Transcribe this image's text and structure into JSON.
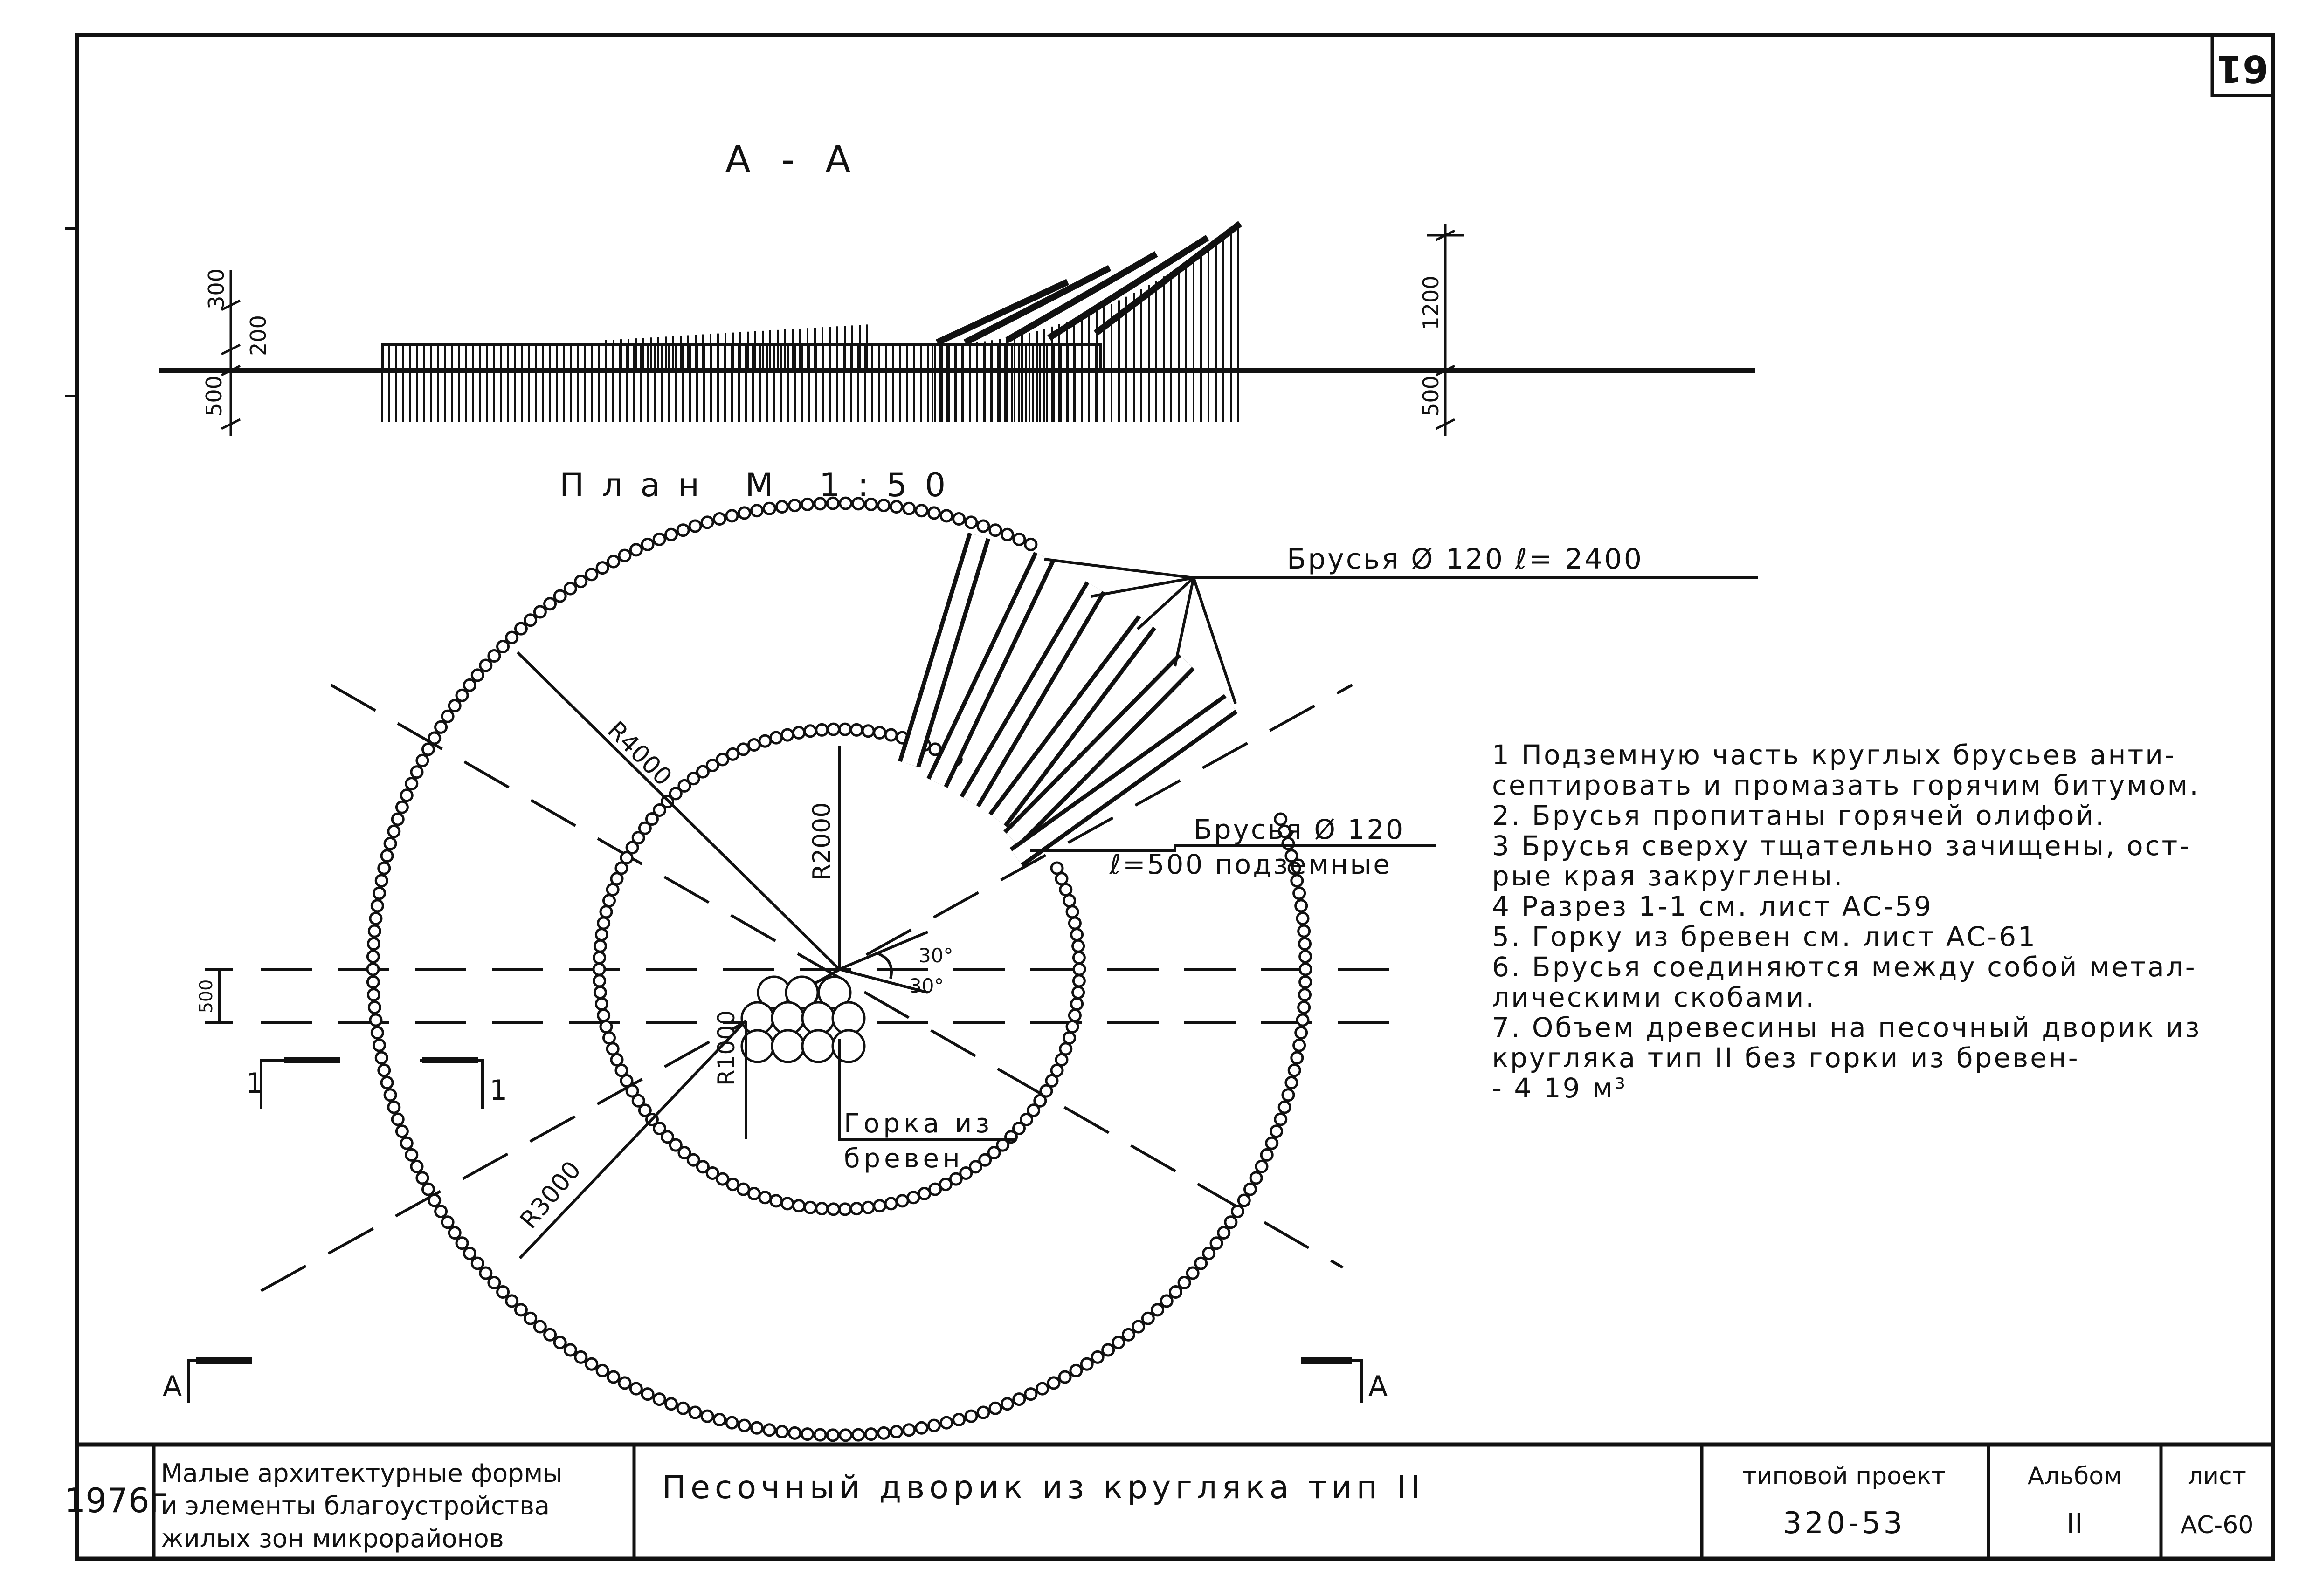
{
  "sheet_number": "61",
  "section": {
    "title": "А - А",
    "dims": {
      "d300": "300",
      "d200": "200",
      "d500_left": "500",
      "d1200": "1200",
      "d500_right": "500"
    }
  },
  "plan": {
    "title": "План М 1:50",
    "beams_label": "Брусья Ø 120 ℓ= 2400",
    "underground_label_1": "Брусья Ø 120",
    "underground_label_2": "ℓ=500 подземные",
    "r4000": "R4000",
    "r2000": "R2000",
    "r1000": "R1000",
    "r3000": "R3000",
    "angle_top": "30°",
    "angle_bottom": "30°",
    "dim500": "500",
    "hill_label_1": "Горка из",
    "hill_label_2": "бревен",
    "section_1_left": "1",
    "section_1_right": "1",
    "section_a_left": "А",
    "section_a_right": "А"
  },
  "notes": [
    "1 Подземную часть круглых брусьев анти-",
    "септировать и промазать горячим битумом.",
    "2. Брусья пропитаны горячей олифой.",
    "3 Брусья сверху тщательно зачищены, ост-",
    "рые края закруглены.",
    "4 Разрез 1-1 см. лист АС-59",
    "5. Горку из бревен см. лист АС-61",
    "6. Брусья соединяются между собой метал-",
    "лическими скобами.",
    "7. Объем древесины на песочный дворик из",
    "кругляка тип II без горки из бревен-",
    "- 4 19 м³"
  ],
  "title_block": {
    "year": "1976г",
    "series_line1": "Малые архитектурные формы",
    "series_line2": "и элементы благоустройства",
    "series_line3": "жилых зон микрорайонов",
    "drawing_title": "Песочный дворик из кругляка тип II",
    "project_label": "типовой проект",
    "project_number": "320-53",
    "album_label": "Альбом",
    "album_value": "II",
    "sheet_label": "лист",
    "sheet_value": "АС-60"
  }
}
